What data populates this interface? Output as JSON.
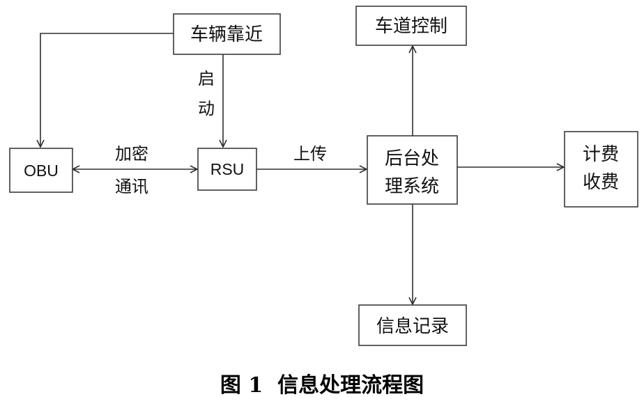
{
  "nodes": {
    "vehicle_approach": "车辆靠近",
    "lane_control": "车道控制",
    "obu": "OBU",
    "rsu": "RSU",
    "backend_line1": "后台处",
    "backend_line2": "理系统",
    "billing_line1": "计费",
    "billing_line2": "收费",
    "info_record": "信息记录"
  },
  "edges": {
    "start_line1": "启",
    "start_line2": "动",
    "encrypted_line1": "加密",
    "encrypted_line2": "通讯",
    "upload": "上传"
  },
  "caption": "图 1  信息处理流程图"
}
